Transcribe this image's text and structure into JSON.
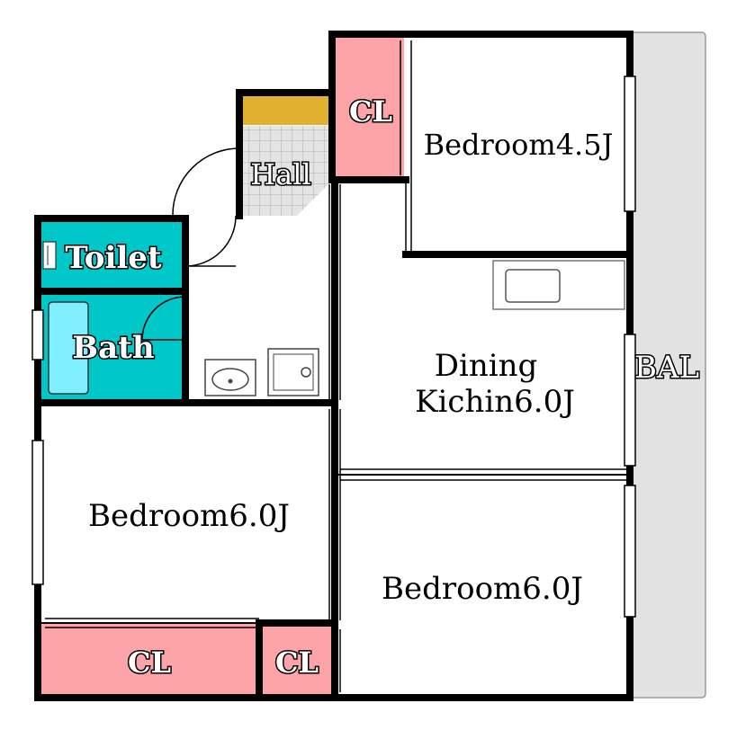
{
  "rooms": {
    "bedroom_top": "Bedroom4.5J",
    "dining_line1": "Dining",
    "dining_line2": "Kichin6.0J",
    "bedroom_left": "Bedroom6.0J",
    "bedroom_right": "Bedroom6.0J",
    "hall": "Hall",
    "toilet": "Toilet",
    "bath": "Bath",
    "balcony": "BAL",
    "closet_top": "CL",
    "closet_bottom_left": "CL",
    "closet_bottom_mid": "CL"
  },
  "colors": {
    "closet": "#fca4a8",
    "wet_area": "#00c8c8",
    "bathtub": "#7feeff",
    "shoe_rack": "#e0b030",
    "balcony": "#e2e2e2",
    "hall_tile": "#d8d8d8",
    "wall": "#000000"
  }
}
